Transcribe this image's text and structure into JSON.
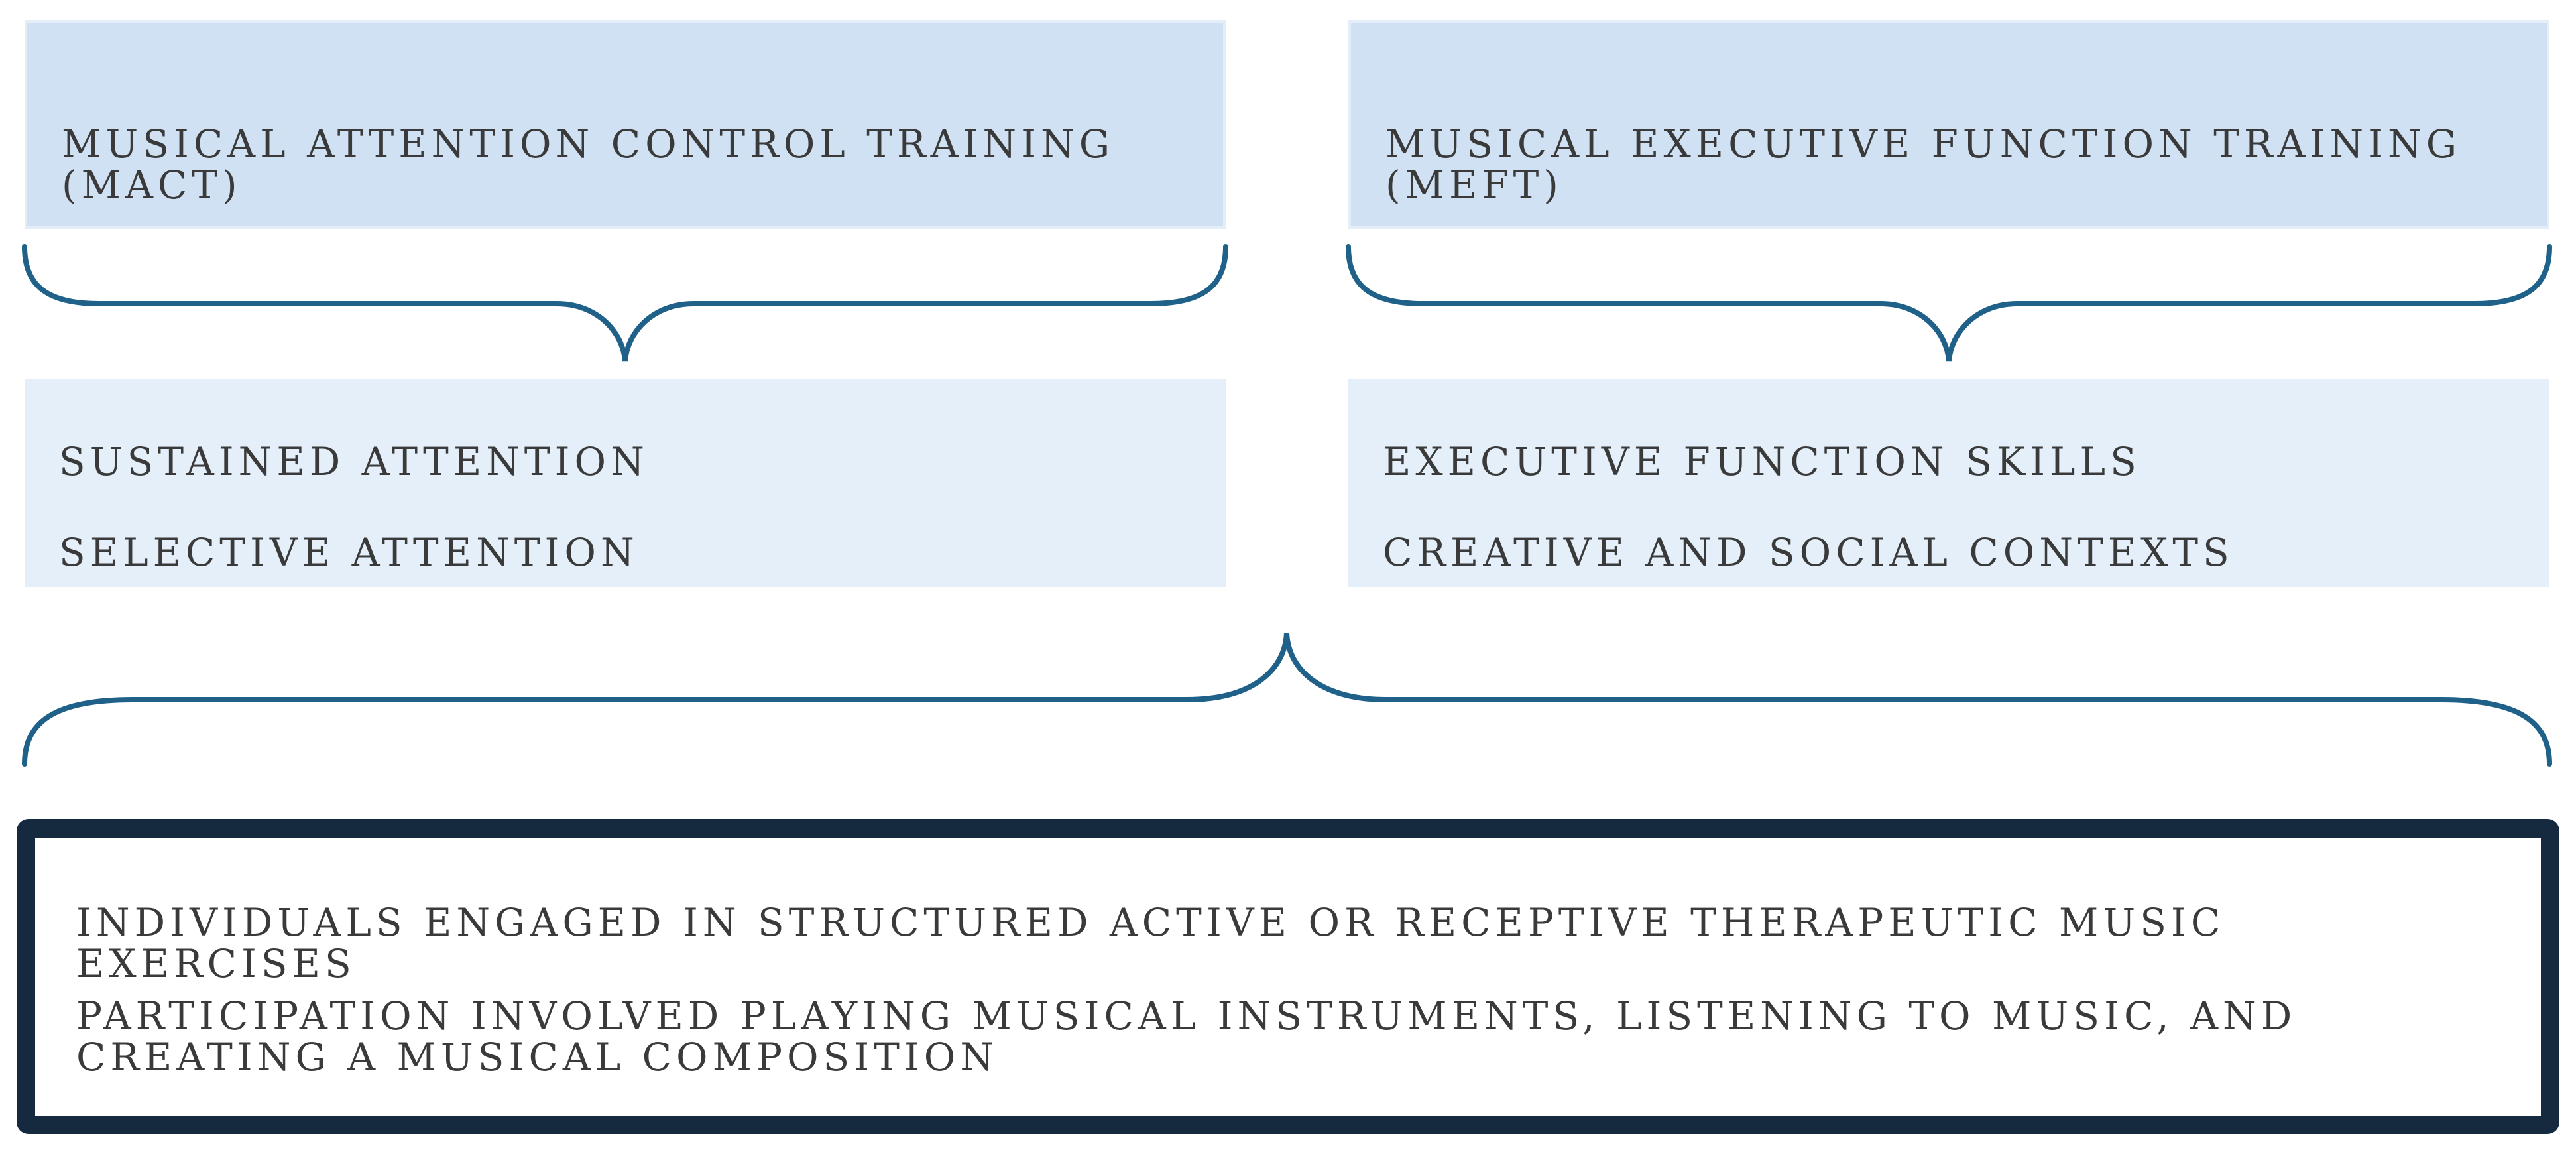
{
  "boxes": {
    "left_title": "MUSICAL ATTENTION CONTROL TRAINING\n(MACT)",
    "right_title": "MUSICAL EXECUTIVE FUNCTION TRAINING\n(MEFT)",
    "left_details": [
      "SUSTAINED ATTENTION",
      "SELECTIVE ATTENTION"
    ],
    "right_details": [
      "EXECUTIVE FUNCTION SKILLS",
      "CREATIVE AND SOCIAL CONTEXTS"
    ],
    "outcome_lines": [
      "INDIVIDUALS ENGAGED IN STRUCTURED ACTIVE OR RECEPTIVE THERAPEUTIC MUSIC EXERCISES",
      "PARTICIPATION INVOLVED PLAYING MUSICAL INSTRUMENTS, LISTENING TO MUSIC, AND\nCREATING A MUSICAL COMPOSITION"
    ]
  },
  "colors": {
    "title_fill": "#cfe1f3",
    "detail_fill": "#e4eff9",
    "brace_stroke": "#1f6188",
    "outcome_border": "#15293f",
    "text": "#3a3a3a"
  }
}
